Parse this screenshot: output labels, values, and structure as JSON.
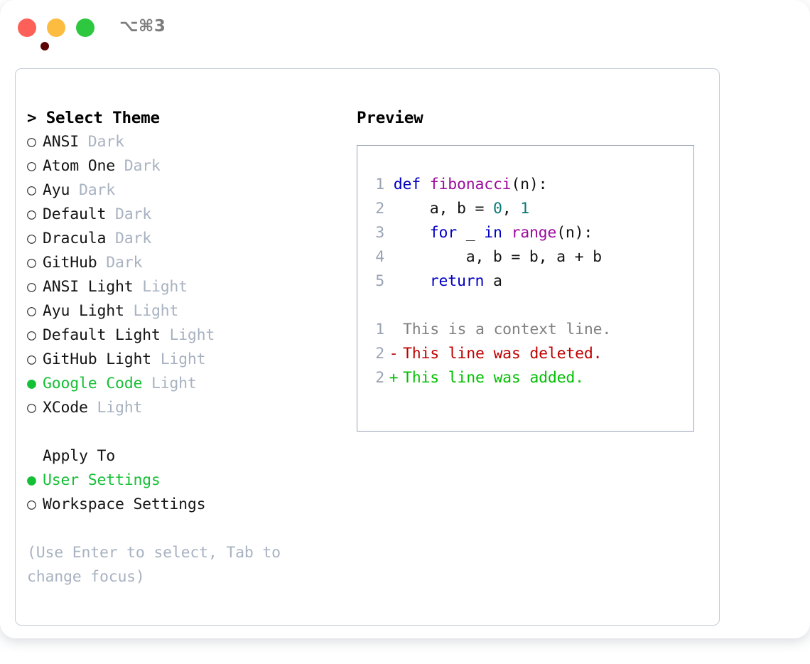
{
  "window": {
    "title": "⌥⌘3",
    "traffic_lights": [
      {
        "name": "close",
        "color": "#fc6058"
      },
      {
        "name": "minimize",
        "color": "#fcbc40"
      },
      {
        "name": "maximize",
        "color": "#2ec840"
      }
    ]
  },
  "theme_panel": {
    "header": "> Select Theme",
    "selected_theme": "Google Code",
    "accent_color": "#15c036",
    "variant_color": "#a8b2c1",
    "bullet_on": "●",
    "bullet_off": "○",
    "items": [
      {
        "bullet": "○",
        "name": "ANSI",
        "variant": "Dark",
        "selected": false
      },
      {
        "bullet": "○",
        "name": "Atom One",
        "variant": "Dark",
        "selected": false
      },
      {
        "bullet": "○",
        "name": "Ayu",
        "variant": "Dark",
        "selected": false
      },
      {
        "bullet": "○",
        "name": "Default",
        "variant": "Dark",
        "selected": false
      },
      {
        "bullet": "○",
        "name": "Dracula",
        "variant": "Dark",
        "selected": false
      },
      {
        "bullet": "○",
        "name": "GitHub",
        "variant": "Dark",
        "selected": false
      },
      {
        "bullet": "○",
        "name": "ANSI Light",
        "variant": "Light",
        "selected": false
      },
      {
        "bullet": "○",
        "name": "Ayu Light",
        "variant": "Light",
        "selected": false
      },
      {
        "bullet": "○",
        "name": "Default Light",
        "variant": "Light",
        "selected": false
      },
      {
        "bullet": "○",
        "name": "GitHub Light",
        "variant": "Light",
        "selected": false
      },
      {
        "bullet": "●",
        "name": "Google Code",
        "variant": "Light",
        "selected": true
      },
      {
        "bullet": "○",
        "name": "XCode",
        "variant": "Light",
        "selected": false
      }
    ]
  },
  "apply_to": {
    "header": "Apply To",
    "selected": "User Settings",
    "items": [
      {
        "bullet": "●",
        "name": "User Settings",
        "selected": true
      },
      {
        "bullet": "○",
        "name": "Workspace Settings",
        "selected": false
      }
    ]
  },
  "hint": "(Use Enter to select, Tab to change focus)",
  "preview": {
    "header": "Preview",
    "border_color": "#97a3b6",
    "syntax_colors": {
      "keyword": "#0000c4",
      "function": "#9c0b9c",
      "number": "#0b7878",
      "plain": "#121212",
      "line_number": "#98a3b3"
    },
    "diff_colors": {
      "context": "#808080",
      "deleted": "#c00000",
      "added": "#00c000"
    },
    "code_lines": [
      {
        "num": "1",
        "tokens": [
          {
            "t": "def",
            "c": "tok-kw"
          },
          {
            "t": " ",
            "c": "tok-pl"
          },
          {
            "t": "fibonacci",
            "c": "tok-fn"
          },
          {
            "t": "(n):",
            "c": "tok-pl"
          }
        ]
      },
      {
        "num": "2",
        "tokens": [
          {
            "t": "    a, b = ",
            "c": "tok-pl"
          },
          {
            "t": "0",
            "c": "tok-num"
          },
          {
            "t": ", ",
            "c": "tok-pl"
          },
          {
            "t": "1",
            "c": "tok-num"
          }
        ]
      },
      {
        "num": "3",
        "tokens": [
          {
            "t": "    ",
            "c": "tok-pl"
          },
          {
            "t": "for",
            "c": "tok-kw"
          },
          {
            "t": " _ ",
            "c": "tok-pl"
          },
          {
            "t": "in",
            "c": "tok-kw"
          },
          {
            "t": " ",
            "c": "tok-pl"
          },
          {
            "t": "range",
            "c": "tok-fn"
          },
          {
            "t": "(n):",
            "c": "tok-pl"
          }
        ]
      },
      {
        "num": "4",
        "tokens": [
          {
            "t": "        a, b = b, a + b",
            "c": "tok-pl"
          }
        ]
      },
      {
        "num": "5",
        "tokens": [
          {
            "t": "    ",
            "c": "tok-pl"
          },
          {
            "t": "return",
            "c": "tok-kw"
          },
          {
            "t": " a",
            "c": "tok-pl"
          }
        ]
      }
    ],
    "diff_lines": [
      {
        "num": "1",
        "marker": " ",
        "text": "This is a context line.",
        "cls": "d-ctx"
      },
      {
        "num": "2",
        "marker": "-",
        "text": "This line was deleted.",
        "cls": "d-del"
      },
      {
        "num": "2",
        "marker": "+",
        "text": "This line was added.",
        "cls": "d-add"
      }
    ]
  }
}
